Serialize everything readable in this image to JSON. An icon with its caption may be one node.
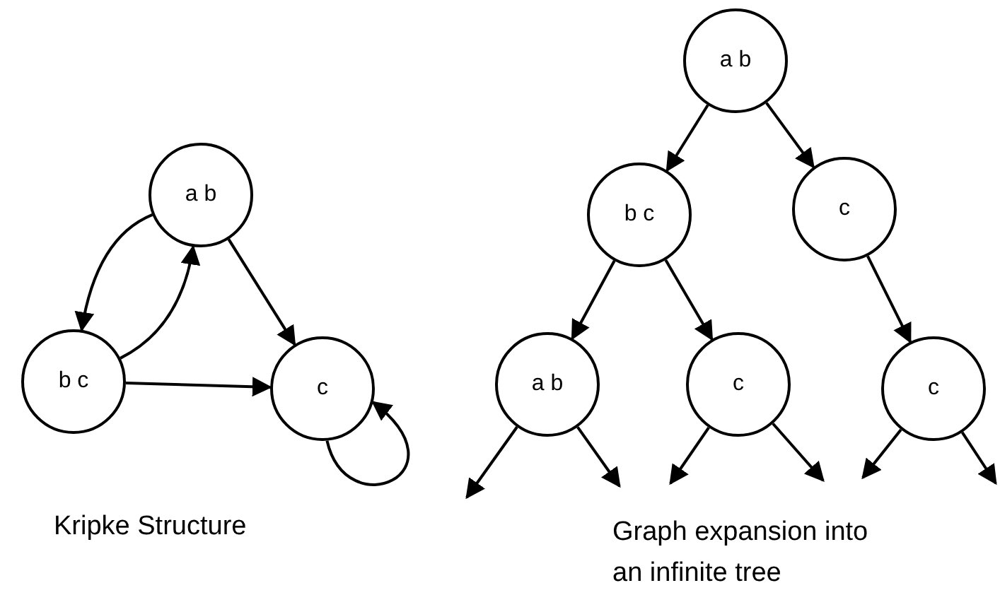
{
  "diagram": {
    "nodes": [
      {
        "text": [
          "a b"
        ]
      },
      {
        "text": [
          "b c"
        ]
      },
      {
        "text": [
          "c"
        ]
      },
      {
        "text": [
          "a b"
        ]
      },
      {
        "text": [
          "b c"
        ]
      },
      {
        "text": [
          "c"
        ]
      },
      {
        "text": [
          "a b"
        ]
      },
      {
        "text": [
          "c"
        ]
      },
      {
        "text": [
          "c"
        ]
      }
    ],
    "edges": [
      {
        "from": 0,
        "to": 1,
        "arrow": "to"
      },
      {
        "from": 1,
        "to": 0,
        "arrow": "to"
      },
      {
        "from": 0,
        "to": 2,
        "arrow": "to"
      },
      {
        "from": 1,
        "to": 2,
        "arrow": "to"
      },
      {
        "from": 2,
        "to": 2,
        "arrow": "to"
      },
      {
        "from": 3,
        "to": 4,
        "arrow": "to"
      },
      {
        "from": 3,
        "to": 5,
        "arrow": "to"
      },
      {
        "from": 4,
        "to": 6,
        "arrow": "to"
      },
      {
        "from": 4,
        "to": 7,
        "arrow": "to"
      },
      {
        "from": 5,
        "to": 8,
        "arrow": "to"
      },
      {
        "from": 6,
        "to": null,
        "arrow": "to"
      },
      {
        "from": 6,
        "to": null,
        "arrow": "to"
      },
      {
        "from": 7,
        "to": null,
        "arrow": "to"
      },
      {
        "from": 7,
        "to": null,
        "arrow": "to"
      },
      {
        "from": 8,
        "to": null,
        "arrow": "to"
      },
      {
        "from": 8,
        "to": null,
        "arrow": "to"
      }
    ],
    "labels": [
      "Kripke Structure",
      "Graph expansion into an infinite tree"
    ]
  }
}
